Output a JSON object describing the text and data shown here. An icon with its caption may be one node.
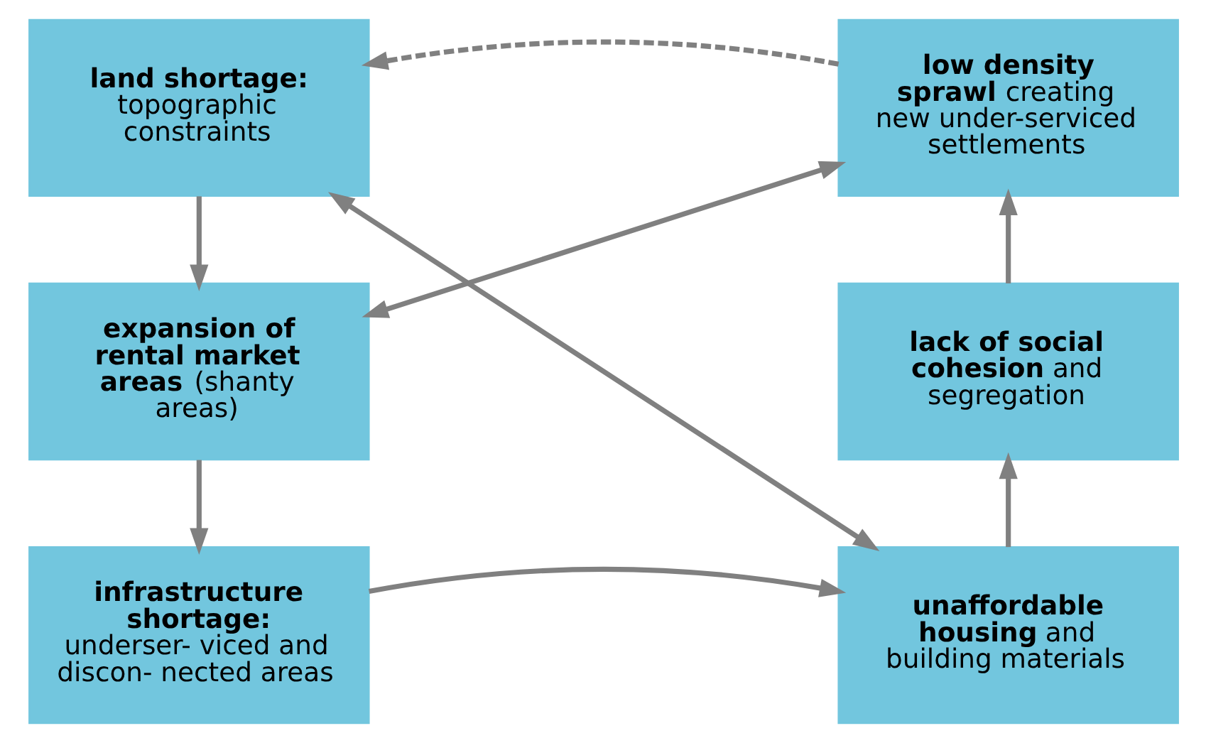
{
  "diagram": {
    "nodes": [
      {
        "text": [
          "**land shortage:** topographic constraints"
        ]
      },
      {
        "text": [
          "**low density sprawl** creating new under-serviced settlements"
        ]
      },
      {
        "text": [
          "**expansion of rental market areas** (shanty areas)"
        ]
      },
      {
        "text": [
          "**lack of social cohesion** and segregation"
        ]
      },
      {
        "text": [
          "**infrastructure shortage:** underser- viced and discon- nected areas"
        ]
      },
      {
        "text": [
          "**unaffordable housing** and building materials"
        ]
      }
    ],
    "edges": [
      {
        "from": 0,
        "to": 2,
        "arrow": "to"
      },
      {
        "from": 2,
        "to": 4,
        "arrow": "to"
      },
      {
        "from": 4,
        "to": 5,
        "arrow": "to"
      },
      {
        "from": 5,
        "to": 3,
        "arrow": "to"
      },
      {
        "from": 3,
        "to": 1,
        "arrow": "to"
      },
      {
        "from": 1,
        "to": 0,
        "arrow": "to",
        "style": "dashed"
      },
      {
        "from": 0,
        "to": 5,
        "arrow": "both"
      },
      {
        "from": 2,
        "to": 1,
        "arrow": "both"
      }
    ]
  }
}
